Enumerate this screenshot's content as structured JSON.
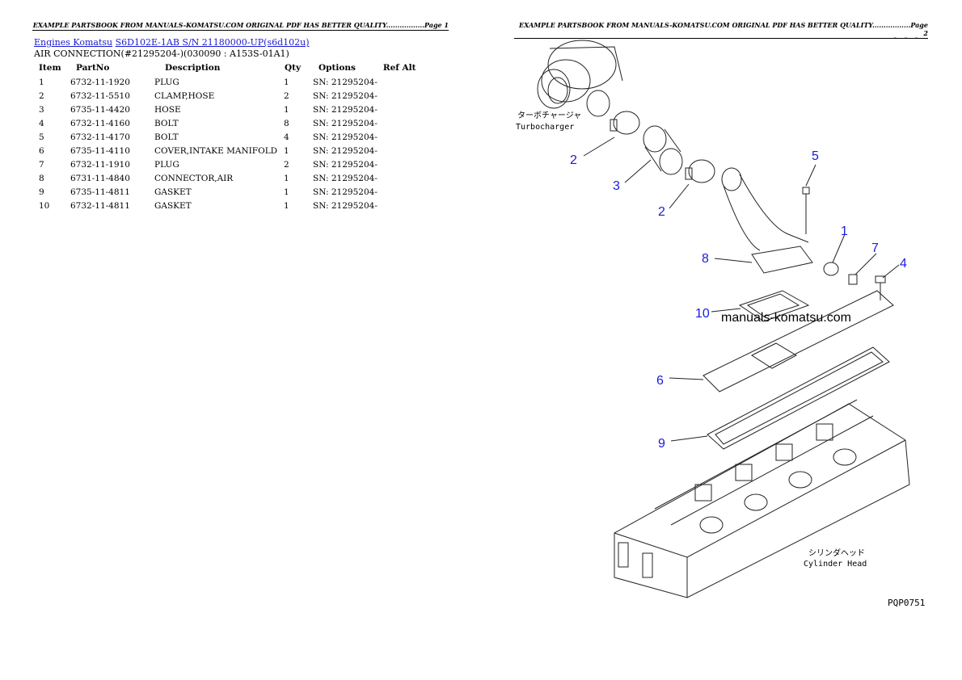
{
  "page1_header": "EXAMPLE PARTSBOOK FROM MANUALS-KOMATSU.COM ORIGINAL PDF HAS BETTER QUALITY.................Page 1",
  "page2_header": "EXAMPLE PARTSBOOK FROM MANUALS-KOMATSU.COM ORIGINAL PDF HAS BETTER QUALITY.................Page 2",
  "breadcrumb": {
    "link1": "Engines Komatsu",
    "link2": "S6D102E-1AB S/N 21180000-UP(s6d102u)"
  },
  "subtitle": "AIR CONNECTION(#21295204-)(030090 : A153S-01A1)",
  "table": {
    "headers": [
      "Item",
      "PartNo",
      "Description",
      "Qty",
      "Options",
      "Ref Alt"
    ],
    "rows": [
      {
        "item": "1",
        "part": "6732-11-1920",
        "desc": "PLUG",
        "qty": "1",
        "opt": "SN: 21295204-"
      },
      {
        "item": "2",
        "part": "6732-11-5510",
        "desc": "CLAMP,HOSE",
        "qty": "2",
        "opt": "SN: 21295204-"
      },
      {
        "item": "3",
        "part": "6735-11-4420",
        "desc": "HOSE",
        "qty": "1",
        "opt": "SN: 21295204-"
      },
      {
        "item": "4",
        "part": "6732-11-4160",
        "desc": "BOLT",
        "qty": "8",
        "opt": "SN: 21295204-"
      },
      {
        "item": "5",
        "part": "6732-11-4170",
        "desc": "BOLT",
        "qty": "4",
        "opt": "SN: 21295204-"
      },
      {
        "item": "6",
        "part": "6735-11-4110",
        "desc": "COVER,INTAKE MANIFOLD",
        "qty": "1",
        "opt": "SN: 21295204-"
      },
      {
        "item": "7",
        "part": "6732-11-1910",
        "desc": "PLUG",
        "qty": "2",
        "opt": "SN: 21295204-"
      },
      {
        "item": "8",
        "part": "6731-11-4840",
        "desc": "CONNECTOR,AIR",
        "qty": "1",
        "opt": "SN: 21295204-"
      },
      {
        "item": "9",
        "part": "6735-11-4811",
        "desc": "GASKET",
        "qty": "1",
        "opt": "SN: 21295204-"
      },
      {
        "item": "10",
        "part": "6732-11-4811",
        "desc": "GASKET",
        "qty": "1",
        "opt": "SN: 21295204-"
      }
    ]
  },
  "diagram": {
    "callouts": [
      "2",
      "3",
      "2",
      "5",
      "1",
      "7",
      "4",
      "8",
      "10",
      "6",
      "9"
    ],
    "watermark": "manuals-komatsu.com",
    "turbo_jp": "ターボチャージャ",
    "turbo_en": "Turbocharger",
    "head_jp": "シリンダヘッド",
    "head_en": "Cylinder Head",
    "code": "PQP0751",
    "corner_mark": "- - -",
    "callout_color": "#1a1ae0"
  }
}
